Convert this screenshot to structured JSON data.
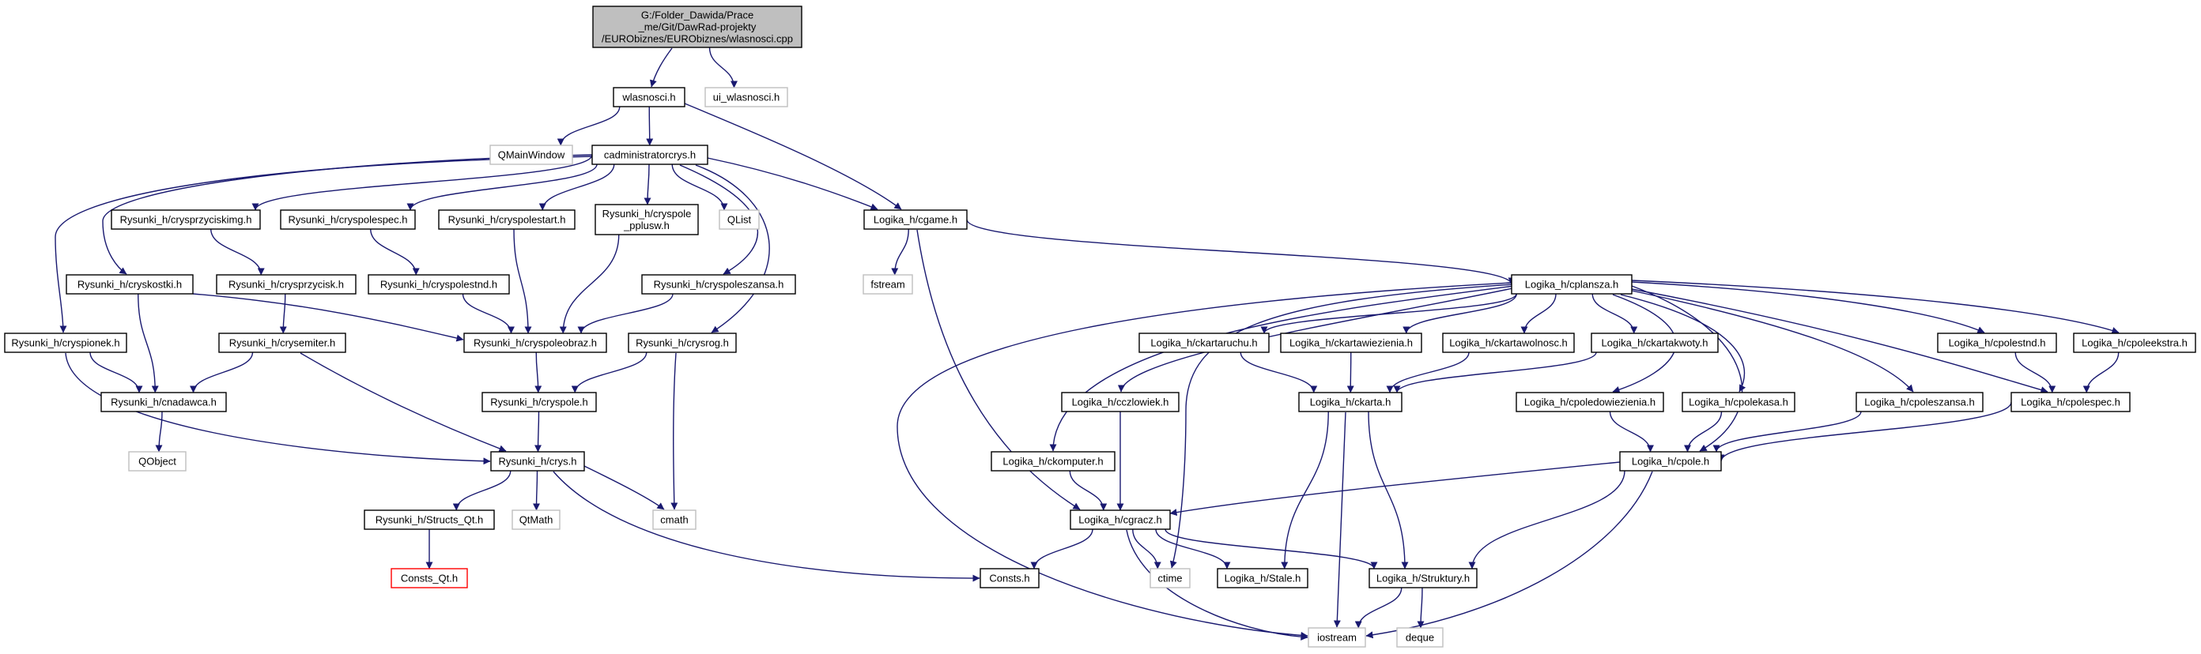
{
  "colors": {
    "edge": "#191970",
    "box_border": "#000000",
    "external_border": "#bfbfbf",
    "root_fill": "#bfbfbf",
    "error_border": "#ff0000",
    "text": "#000000",
    "external_text": "#000000"
  },
  "nodes": [
    {
      "id": "root",
      "label": [
        "G:/Folder_Dawida/Prace",
        "_me/Git/DawRad-projekty",
        "/EURObiznes/EURObiznes/wlasnosci.cpp"
      ],
      "kind": "root"
    },
    {
      "id": "wlasnosci_h",
      "label": [
        "wlasnosci.h"
      ],
      "kind": "doc"
    },
    {
      "id": "ui_wlasnosci_h",
      "label": [
        "ui_wlasnosci.h"
      ],
      "kind": "ext"
    },
    {
      "id": "QMainWindow",
      "label": [
        "QMainWindow"
      ],
      "kind": "ext"
    },
    {
      "id": "cadministratorcrys_h",
      "label": [
        "cadministratorcrys.h"
      ],
      "kind": "doc"
    },
    {
      "id": "rys_crysprzyciskimg",
      "label": [
        "Rysunki_h/crysprzyciskimg.h"
      ],
      "kind": "doc"
    },
    {
      "id": "rys_cryspolespec",
      "label": [
        "Rysunki_h/cryspolespec.h"
      ],
      "kind": "doc"
    },
    {
      "id": "rys_cryspolestart",
      "label": [
        "Rysunki_h/cryspolestart.h"
      ],
      "kind": "doc"
    },
    {
      "id": "rys_cryspole_pplusw",
      "label": [
        "Rysunki_h/cryspole",
        "_pplusw.h"
      ],
      "kind": "doc"
    },
    {
      "id": "QList",
      "label": [
        "QList"
      ],
      "kind": "ext"
    },
    {
      "id": "log_cgame",
      "label": [
        "Logika_h/cgame.h"
      ],
      "kind": "doc"
    },
    {
      "id": "rys_cryskostki",
      "label": [
        "Rysunki_h/cryskostki.h"
      ],
      "kind": "doc"
    },
    {
      "id": "rys_crysprzycisk",
      "label": [
        "Rysunki_h/crysprzycisk.h"
      ],
      "kind": "doc"
    },
    {
      "id": "rys_cryspolestnd",
      "label": [
        "Rysunki_h/cryspolestnd.h"
      ],
      "kind": "doc"
    },
    {
      "id": "rys_cryspoleszansa",
      "label": [
        "Rysunki_h/cryspoleszansa.h"
      ],
      "kind": "doc"
    },
    {
      "id": "fstream",
      "label": [
        "fstream"
      ],
      "kind": "ext"
    },
    {
      "id": "log_cplansza",
      "label": [
        "Logika_h/cplansza.h"
      ],
      "kind": "doc"
    },
    {
      "id": "rys_cryspionek",
      "label": [
        "Rysunki_h/cryspionek.h"
      ],
      "kind": "doc"
    },
    {
      "id": "rys_crysemiter",
      "label": [
        "Rysunki_h/crysemiter.h"
      ],
      "kind": "doc"
    },
    {
      "id": "rys_cryspoleobraz",
      "label": [
        "Rysunki_h/cryspoleobraz.h"
      ],
      "kind": "doc"
    },
    {
      "id": "rys_crysrog",
      "label": [
        "Rysunki_h/crysrog.h"
      ],
      "kind": "doc"
    },
    {
      "id": "log_ckartaruchu",
      "label": [
        "Logika_h/ckartaruchu.h"
      ],
      "kind": "doc"
    },
    {
      "id": "log_ckartawiezienia",
      "label": [
        "Logika_h/ckartawiezienia.h"
      ],
      "kind": "doc"
    },
    {
      "id": "log_ckartawolnosc",
      "label": [
        "Logika_h/ckartawolnosc.h"
      ],
      "kind": "doc"
    },
    {
      "id": "log_ckartakwoty",
      "label": [
        "Logika_h/ckartakwoty.h"
      ],
      "kind": "doc"
    },
    {
      "id": "log_cpolestnd",
      "label": [
        "Logika_h/cpolestnd.h"
      ],
      "kind": "doc"
    },
    {
      "id": "log_cpoleekstra",
      "label": [
        "Logika_h/cpoleekstra.h"
      ],
      "kind": "doc"
    },
    {
      "id": "rys_cnadawca",
      "label": [
        "Rysunki_h/cnadawca.h"
      ],
      "kind": "doc"
    },
    {
      "id": "rys_cryspole",
      "label": [
        "Rysunki_h/cryspole.h"
      ],
      "kind": "doc"
    },
    {
      "id": "log_cczlowiek",
      "label": [
        "Logika_h/cczlowiek.h"
      ],
      "kind": "doc"
    },
    {
      "id": "log_ckarta",
      "label": [
        "Logika_h/ckarta.h"
      ],
      "kind": "doc"
    },
    {
      "id": "log_cpoledowiezienia",
      "label": [
        "Logika_h/cpoledowiezienia.h"
      ],
      "kind": "doc"
    },
    {
      "id": "log_cpolekasa",
      "label": [
        "Logika_h/cpolekasa.h"
      ],
      "kind": "doc"
    },
    {
      "id": "log_cpoleszansa",
      "label": [
        "Logika_h/cpoleszansa.h"
      ],
      "kind": "doc"
    },
    {
      "id": "log_cpolespec",
      "label": [
        "Logika_h/cpolespec.h"
      ],
      "kind": "doc"
    },
    {
      "id": "QObject",
      "label": [
        "QObject"
      ],
      "kind": "ext"
    },
    {
      "id": "rys_crys",
      "label": [
        "Rysunki_h/crys.h"
      ],
      "kind": "doc"
    },
    {
      "id": "log_ckomputer",
      "label": [
        "Logika_h/ckomputer.h"
      ],
      "kind": "doc"
    },
    {
      "id": "log_cpole",
      "label": [
        "Logika_h/cpole.h"
      ],
      "kind": "doc"
    },
    {
      "id": "rys_Structs_Qt",
      "label": [
        "Rysunki_h/Structs_Qt.h"
      ],
      "kind": "doc"
    },
    {
      "id": "QtMath",
      "label": [
        "QtMath"
      ],
      "kind": "ext"
    },
    {
      "id": "cmath",
      "label": [
        "cmath"
      ],
      "kind": "ext"
    },
    {
      "id": "log_cgracz",
      "label": [
        "Logika_h/cgracz.h"
      ],
      "kind": "doc"
    },
    {
      "id": "Consts_Qt_h",
      "label": [
        "Consts_Qt.h"
      ],
      "kind": "error"
    },
    {
      "id": "Consts_h",
      "label": [
        "Consts.h"
      ],
      "kind": "doc"
    },
    {
      "id": "ctime",
      "label": [
        "ctime"
      ],
      "kind": "ext"
    },
    {
      "id": "log_Stale",
      "label": [
        "Logika_h/Stale.h"
      ],
      "kind": "doc"
    },
    {
      "id": "log_Struktury",
      "label": [
        "Logika_h/Struktury.h"
      ],
      "kind": "doc"
    },
    {
      "id": "iostream",
      "label": [
        "iostream"
      ],
      "kind": "ext"
    },
    {
      "id": "deque",
      "label": [
        "deque"
      ],
      "kind": "ext"
    }
  ],
  "edges": [
    [
      "root",
      "wlasnosci_h"
    ],
    [
      "root",
      "ui_wlasnosci_h"
    ],
    [
      "wlasnosci_h",
      "QMainWindow"
    ],
    [
      "wlasnosci_h",
      "cadministratorcrys_h"
    ],
    [
      "wlasnosci_h",
      "log_cgame"
    ],
    [
      "cadministratorcrys_h",
      "rys_crysprzyciskimg"
    ],
    [
      "cadministratorcrys_h",
      "rys_cryspolespec"
    ],
    [
      "cadministratorcrys_h",
      "rys_cryspolestart"
    ],
    [
      "cadministratorcrys_h",
      "rys_cryspole_pplusw"
    ],
    [
      "cadministratorcrys_h",
      "QList"
    ],
    [
      "cadministratorcrys_h",
      "log_cgame"
    ],
    [
      "cadministratorcrys_h",
      "rys_cryskostki"
    ],
    [
      "cadministratorcrys_h",
      "rys_cryspoleszansa"
    ],
    [
      "cadministratorcrys_h",
      "rys_cryspionek"
    ],
    [
      "cadministratorcrys_h",
      "rys_crysrog"
    ],
    [
      "rys_crysprzyciskimg",
      "rys_crysprzycisk"
    ],
    [
      "rys_cryspolespec",
      "rys_cryspolestnd"
    ],
    [
      "rys_cryspolestart",
      "rys_cryspoleobraz"
    ],
    [
      "rys_cryspole_pplusw",
      "rys_cryspoleobraz"
    ],
    [
      "rys_cryskostki",
      "rys_cryspoleobraz"
    ],
    [
      "rys_cryskostki",
      "rys_cnadawca"
    ],
    [
      "rys_crysprzycisk",
      "rys_crysemiter"
    ],
    [
      "rys_cryspolestnd",
      "rys_cryspoleobraz"
    ],
    [
      "rys_cryspoleszansa",
      "rys_cryspoleobraz"
    ],
    [
      "rys_cryspionek",
      "rys_cnadawca"
    ],
    [
      "rys_cryspionek",
      "rys_crys"
    ],
    [
      "rys_crysemiter",
      "rys_cnadawca"
    ],
    [
      "rys_crysemiter",
      "rys_crys"
    ],
    [
      "rys_cryspoleobraz",
      "rys_cryspole"
    ],
    [
      "rys_crysrog",
      "rys_cryspole"
    ],
    [
      "rys_crysrog",
      "cmath"
    ],
    [
      "rys_cnadawca",
      "QObject"
    ],
    [
      "rys_cryspole",
      "rys_crys"
    ],
    [
      "rys_crys",
      "rys_Structs_Qt"
    ],
    [
      "rys_crys",
      "QtMath"
    ],
    [
      "rys_crys",
      "cmath"
    ],
    [
      "rys_crys",
      "Consts_h"
    ],
    [
      "rys_Structs_Qt",
      "Consts_Qt_h"
    ],
    [
      "log_cgame",
      "fstream"
    ],
    [
      "log_cgame",
      "log_cplansza"
    ],
    [
      "log_cgame",
      "log_cgracz"
    ],
    [
      "log_cplansza",
      "log_ckartaruchu"
    ],
    [
      "log_cplansza",
      "log_ckartawiezienia"
    ],
    [
      "log_cplansza",
      "log_ckartawolnosc"
    ],
    [
      "log_cplansza",
      "log_ckartakwoty"
    ],
    [
      "log_cplansza",
      "log_cpolestnd"
    ],
    [
      "log_cplansza",
      "log_cpoleekstra"
    ],
    [
      "log_cplansza",
      "log_cczlowiek"
    ],
    [
      "log_cplansza",
      "log_ckomputer"
    ],
    [
      "log_cplansza",
      "log_cpoledowiezienia"
    ],
    [
      "log_cplansza",
      "log_cpolekasa"
    ],
    [
      "log_cplansza",
      "log_cpoleszansa"
    ],
    [
      "log_cplansza",
      "log_cpolespec"
    ],
    [
      "log_cplansza",
      "log_cpole"
    ],
    [
      "log_cplansza",
      "ctime"
    ],
    [
      "log_cplansza",
      "iostream"
    ],
    [
      "log_ckartaruchu",
      "log_ckarta"
    ],
    [
      "log_ckartawiezienia",
      "log_ckarta"
    ],
    [
      "log_ckartawolnosc",
      "log_ckarta"
    ],
    [
      "log_ckartakwoty",
      "log_ckarta"
    ],
    [
      "log_cpolestnd",
      "log_cpolespec"
    ],
    [
      "log_cpoleekstra",
      "log_cpolespec"
    ],
    [
      "log_cczlowiek",
      "log_cgracz"
    ],
    [
      "log_ckomputer",
      "log_cgracz"
    ],
    [
      "log_ckarta",
      "log_Stale"
    ],
    [
      "log_ckarta",
      "log_Struktury"
    ],
    [
      "log_ckarta",
      "iostream"
    ],
    [
      "log_cpoledowiezienia",
      "log_cpole"
    ],
    [
      "log_cpolekasa",
      "log_cpole"
    ],
    [
      "log_cpoleszansa",
      "log_cpole"
    ],
    [
      "log_cpolespec",
      "log_cpole"
    ],
    [
      "log_cpole",
      "log_cgracz"
    ],
    [
      "log_cpole",
      "log_Struktury"
    ],
    [
      "log_cpole",
      "iostream"
    ],
    [
      "log_cgracz",
      "Consts_h"
    ],
    [
      "log_cgracz",
      "ctime"
    ],
    [
      "log_cgracz",
      "log_Stale"
    ],
    [
      "log_cgracz",
      "log_Struktury"
    ],
    [
      "log_cgracz",
      "iostream"
    ],
    [
      "log_Struktury",
      "iostream"
    ],
    [
      "log_Struktury",
      "deque"
    ]
  ]
}
